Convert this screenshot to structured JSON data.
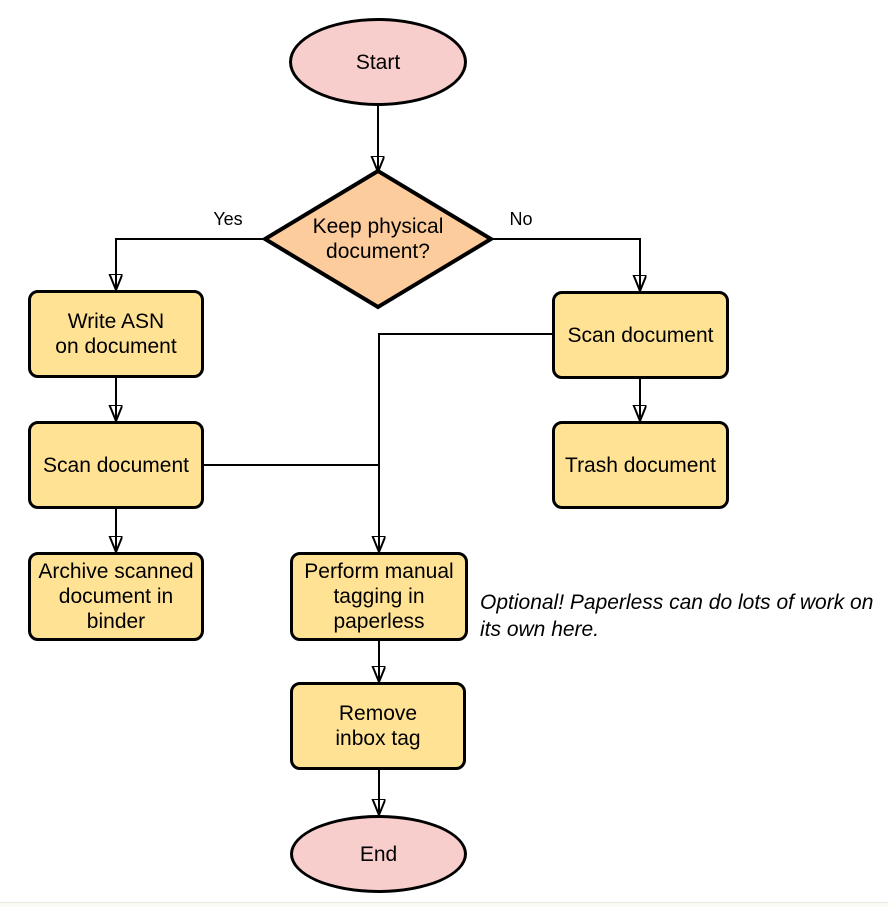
{
  "flowchart": {
    "nodes": {
      "start": "Start",
      "decision": "Keep physical\ndocument?",
      "write_asn": "Write ASN\non document",
      "scan_left": "Scan document",
      "archive": "Archive scanned\ndocument in\nbinder",
      "scan_right": "Scan document",
      "trash": "Trash document",
      "tagging": "Perform manual\ntagging in\npaperless",
      "remove_inbox": "Remove\ninbox tag",
      "end": "End"
    },
    "edge_labels": {
      "yes": "Yes",
      "no": "No"
    },
    "note": "Optional! Paperless can do lots of work on\nits own here.",
    "colors": {
      "terminal_fill": "#f8cecc",
      "decision_fill": "#fdcc9d",
      "process_fill": "#ffe294",
      "stroke": "#000000"
    }
  }
}
